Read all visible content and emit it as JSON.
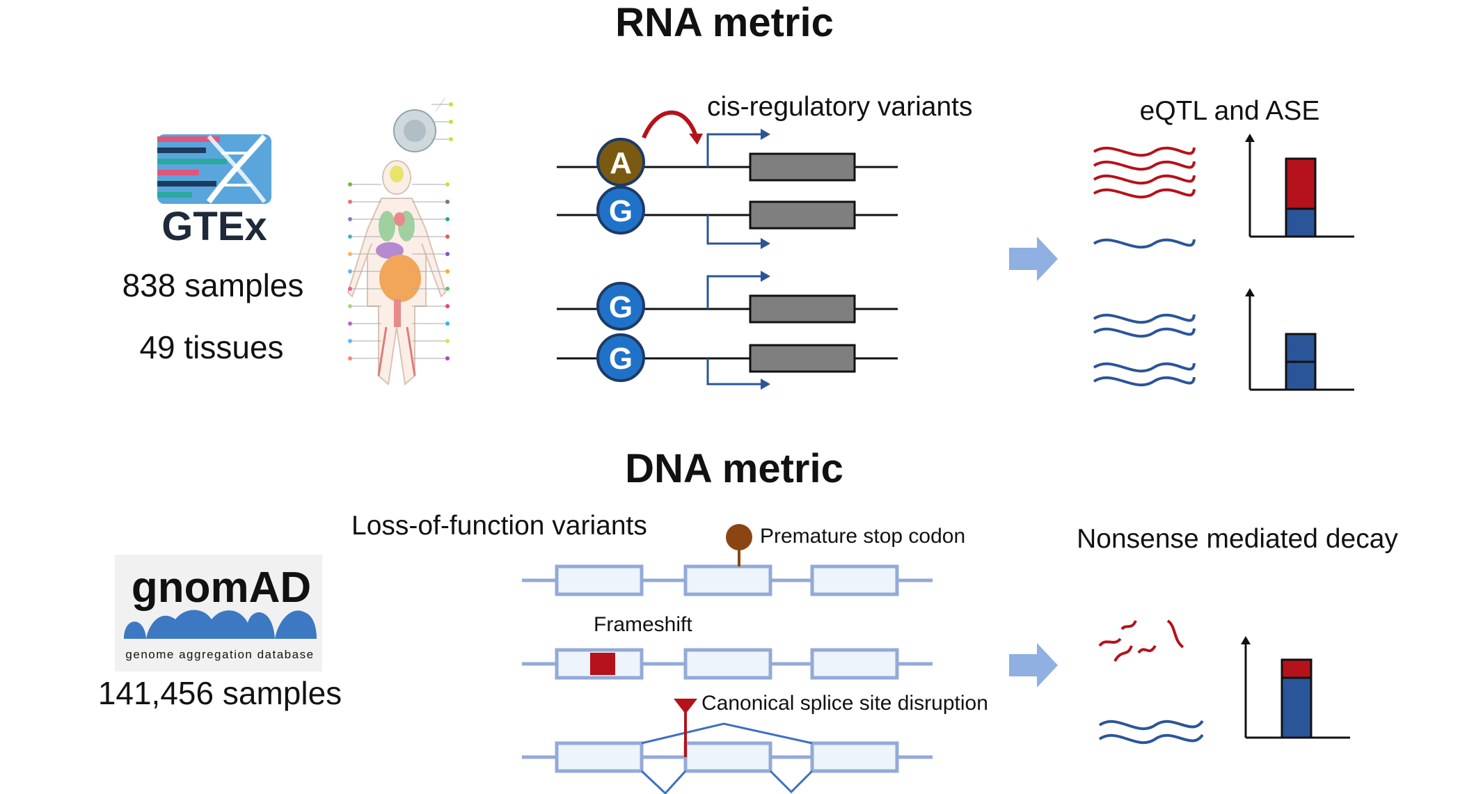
{
  "rna": {
    "title": "RNA metric",
    "gtex_logo_text": "GTEx",
    "samples": "838 samples",
    "tissues": "49 tissues",
    "cis_label": "cis-regulatory variants",
    "eqtl_label": "eQTL and ASE",
    "alleles": [
      "A",
      "G",
      "G",
      "G"
    ]
  },
  "dna": {
    "title": "DNA metric",
    "gnomad_logo_text": "gnomAD",
    "gnomad_subtitle": "genome aggregation database",
    "samples": "141,456 samples",
    "lof_label": "Loss-of-function variants",
    "stop_label": "Premature stop codon",
    "frameshift_label": "Frameshift",
    "splice_label": "Canonical splice site disruption",
    "nmd_label": "Nonsense mediated decay"
  },
  "colors": {
    "red": "#b5121b",
    "blue": "#2a5599",
    "allele_a": "#7a5a10",
    "allele_g": "#1f72c8",
    "gene_box": "#7f7f7f",
    "exon_fill": "#eef4fb",
    "exon_stroke": "#93aad8",
    "arrow": "#8fb0e0",
    "stop": "#8b4513"
  }
}
